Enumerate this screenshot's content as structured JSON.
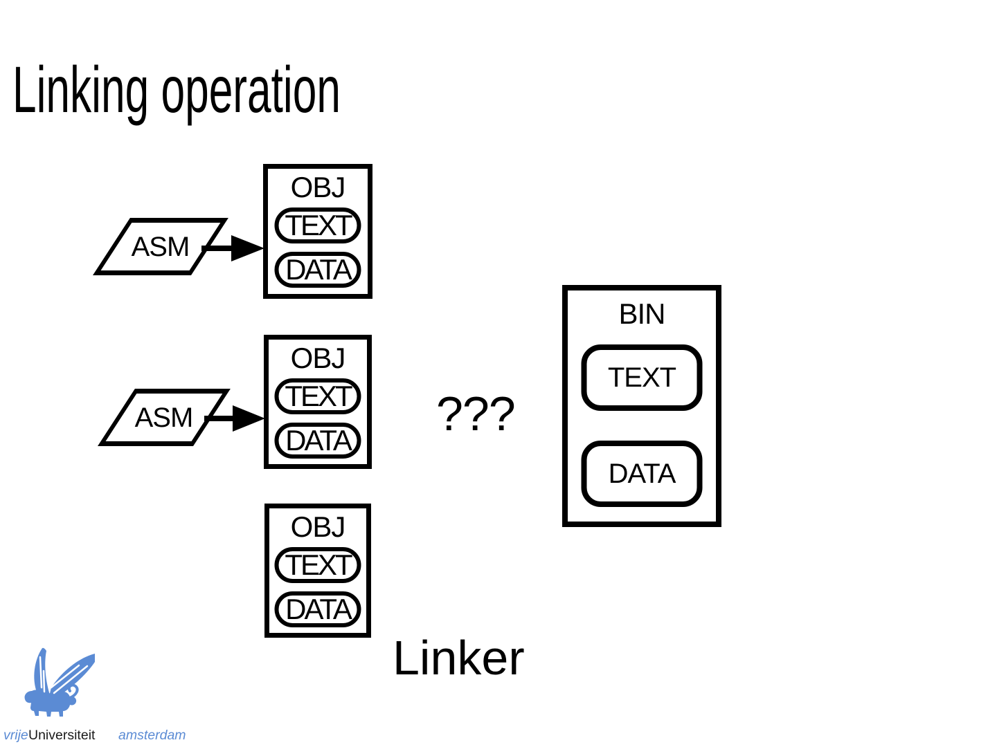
{
  "slide": {
    "title": "Linking operation",
    "question_marks": "???",
    "linker_label": "Linker"
  },
  "diagram": {
    "asm_sources": [
      {
        "label": "ASM"
      },
      {
        "label": "ASM"
      }
    ],
    "obj_boxes": [
      {
        "title": "OBJ",
        "sections": [
          "TEXT",
          "DATA"
        ]
      },
      {
        "title": "OBJ",
        "sections": [
          "TEXT",
          "DATA"
        ]
      },
      {
        "title": "OBJ",
        "sections": [
          "TEXT",
          "DATA"
        ]
      }
    ],
    "bin_box": {
      "title": "BIN",
      "sections": [
        "TEXT",
        "DATA"
      ]
    }
  },
  "footer": {
    "logo_vrije": "vrije",
    "logo_universiteit": "Universiteit",
    "logo_amsterdam": "amsterdam"
  },
  "colors": {
    "ink": "#000000",
    "background": "#ffffff",
    "logo_blue": "#5b8bd4"
  }
}
